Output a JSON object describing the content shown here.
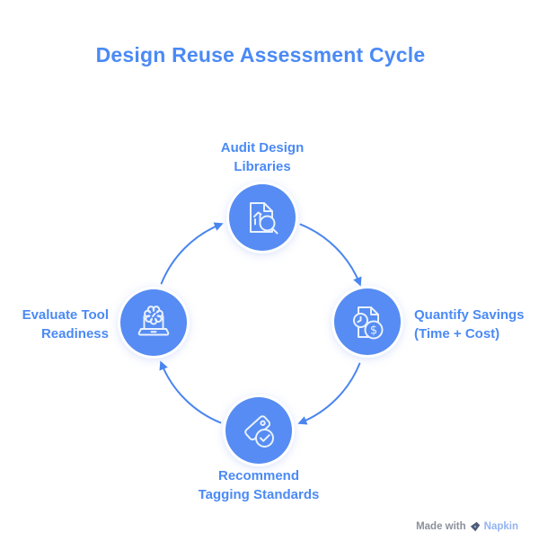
{
  "title": "Design Reuse Assessment Cycle",
  "nodes": [
    {
      "id": "audit-design-libraries",
      "position": "top",
      "label_line1": "Audit Design",
      "label_line2": "Libraries",
      "icon": "document-chart-magnifier-icon"
    },
    {
      "id": "quantify-savings",
      "position": "right",
      "label_line1": "Quantify Savings",
      "label_line2": "(Time + Cost)",
      "icon": "document-clock-dollar-icon"
    },
    {
      "id": "recommend-tagging-standards",
      "position": "bottom",
      "label_line1": "Recommend",
      "label_line2": "Tagging Standards",
      "icon": "tag-checkmark-icon"
    },
    {
      "id": "evaluate-tool-readiness",
      "position": "left",
      "label_line1": "Evaluate Tool",
      "label_line2": "Readiness",
      "icon": "laptop-gear-icon"
    }
  ],
  "cycle": {
    "direction": "clockwise",
    "arrows": [
      {
        "from": "evaluate-tool-readiness",
        "to": "audit-design-libraries"
      },
      {
        "from": "audit-design-libraries",
        "to": "quantify-savings"
      },
      {
        "from": "quantify-savings",
        "to": "recommend-tagging-standards"
      },
      {
        "from": "recommend-tagging-standards",
        "to": "evaluate-tool-readiness"
      }
    ]
  },
  "watermark": {
    "prefix": "Made with",
    "brand": "Napkin"
  },
  "colors": {
    "accent_text": "#4b8af5",
    "node_fill": "#568cf3",
    "arrow": "#4a86ef",
    "icon_stroke": "#e8f1fe",
    "watermark_text": "#8b919b",
    "watermark_brand": "#93b3f2"
  }
}
